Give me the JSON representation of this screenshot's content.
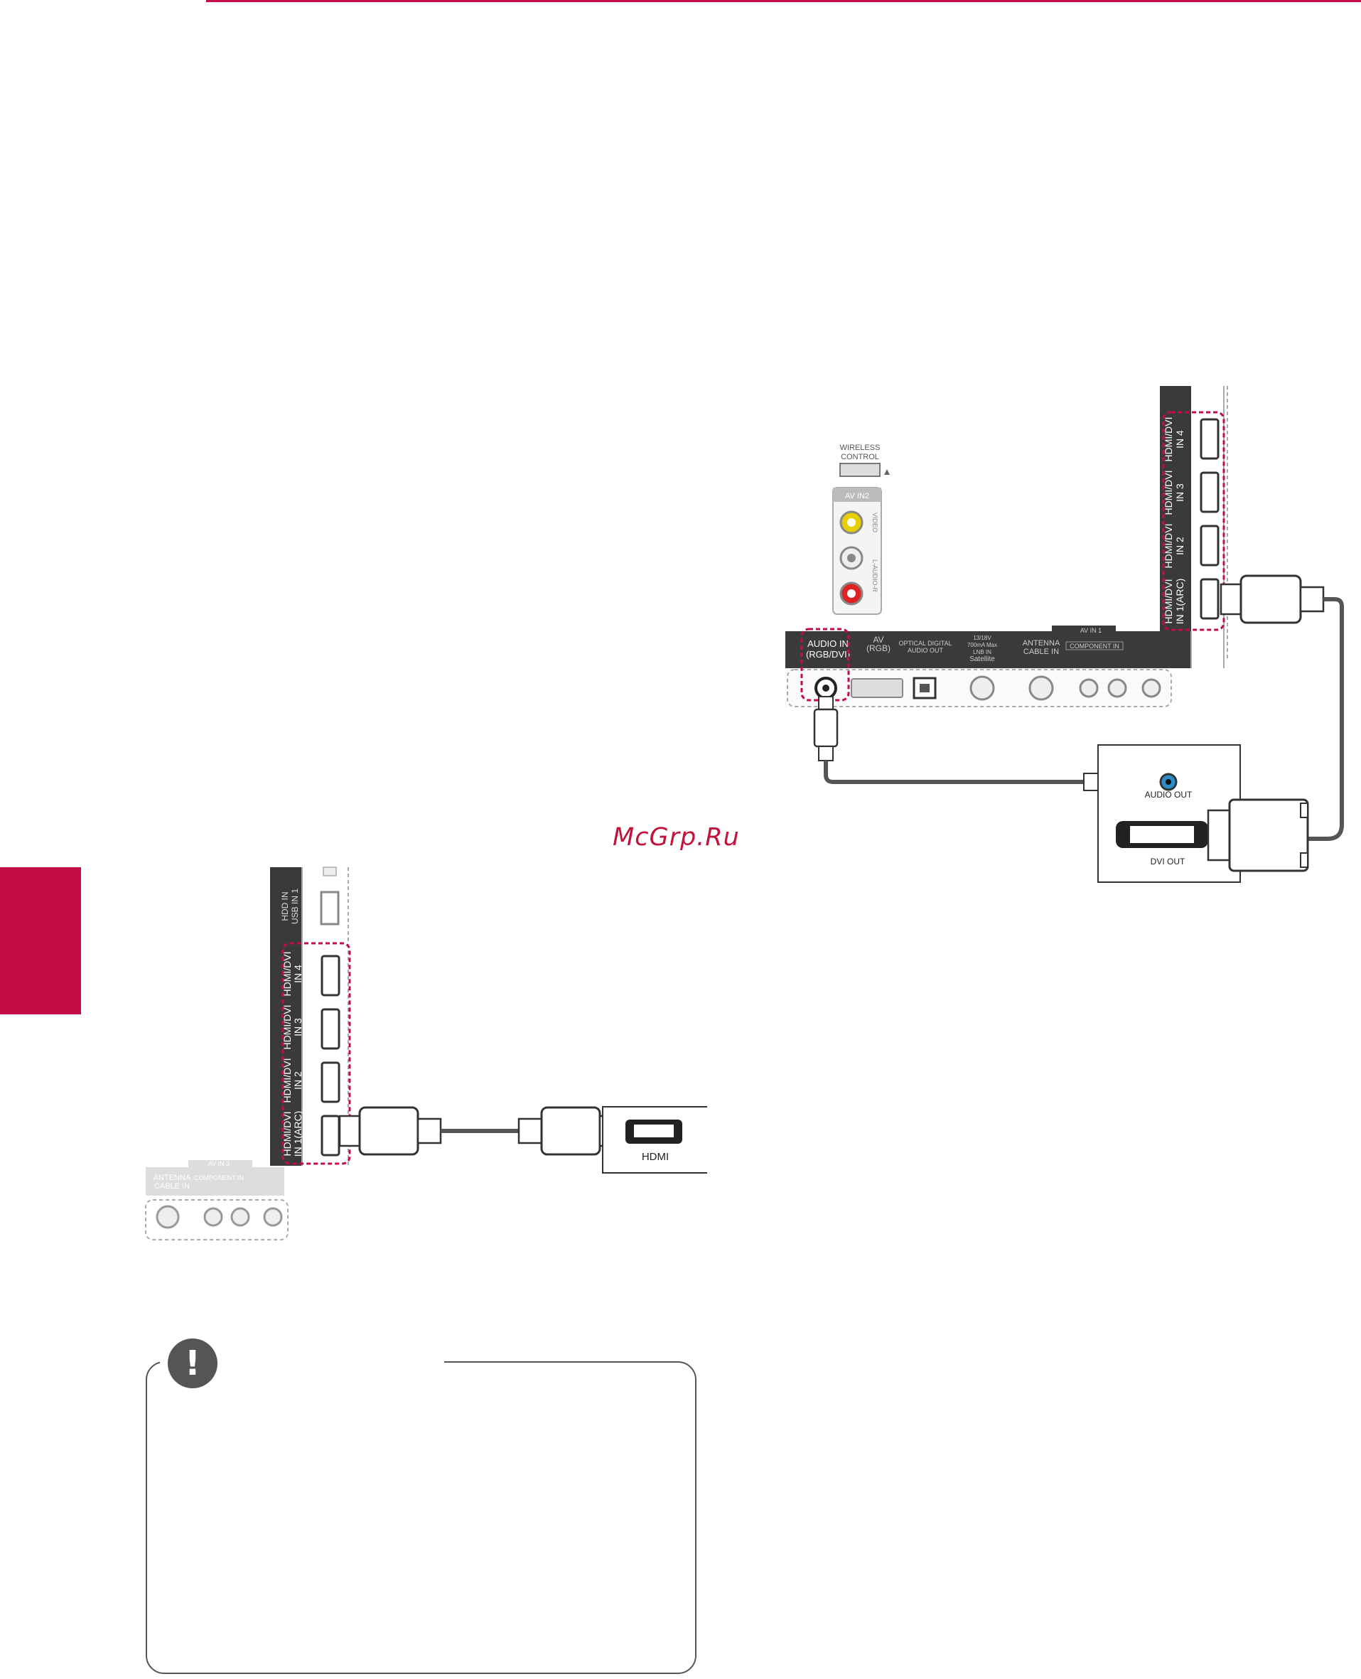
{
  "watermark": "McGrp.Ru",
  "right_diagram": {
    "wireless_control": [
      "WIRELESS",
      "CONTROL"
    ],
    "av_in2": "AV IN2",
    "av_in2_video": "VIDEO",
    "av_in2_audio": "L-AUDIO-R",
    "hdmi_ports": [
      {
        "name": "HDMI/DVI",
        "num": "IN 4"
      },
      {
        "name": "HDMI/DVI",
        "num": "IN 3"
      },
      {
        "name": "HDMI/DVI",
        "num": "IN 2"
      },
      {
        "name": "HDMI/DVI",
        "num": "IN 1(ARC)"
      }
    ],
    "audio_in": [
      "AUDIO IN",
      "(RGB/DVI)"
    ],
    "av_rgb": [
      "AV",
      "(RGB)"
    ],
    "optical": [
      "OPTICAL DIGITAL",
      "AUDIO OUT"
    ],
    "satellite": [
      "13/18V",
      "700mA Max",
      "LNB IN",
      "Satellite"
    ],
    "antenna": [
      "ANTENNA",
      "CABLE IN"
    ],
    "av_in1": "AV IN 1",
    "component_in": "COMPONENT IN",
    "audio_out": "AUDIO OUT",
    "dvi_out": "DVI OUT"
  },
  "left_diagram": {
    "usb": [
      "HDD IN",
      "USB IN 1"
    ],
    "hdmi_ports": [
      {
        "name": "HDMI/DVI",
        "num": "IN 4"
      },
      {
        "name": "HDMI/DVI",
        "num": "IN 3"
      },
      {
        "name": "HDMI/DVI",
        "num": "IN 2"
      },
      {
        "name": "HDMI/DVI",
        "num": "IN 1(ARC)"
      }
    ],
    "antenna": [
      "ANTENNA",
      "CABLE IN"
    ],
    "av_in3": "AV IN 3",
    "component_in": "COMPONENT IN",
    "hdmi_label": "HDMI"
  },
  "note": {
    "icon": "exclamation-icon",
    "glyph": "!"
  },
  "colors": {
    "accent": "#c30d45",
    "panel": "#3a3a3a",
    "dashed": "#c30d45",
    "cable": "#555555"
  }
}
